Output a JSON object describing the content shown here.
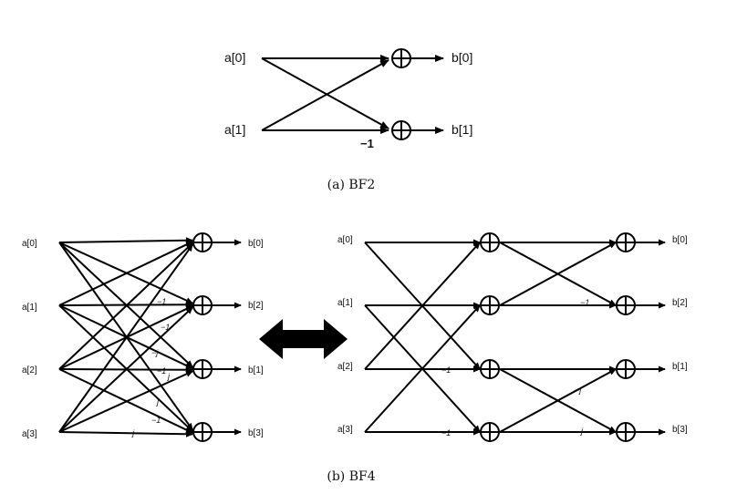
{
  "captions": {
    "a": "(a) BF2",
    "b": "(b) BF4"
  },
  "bf2": {
    "inputs": [
      "a[0]",
      "a[1]"
    ],
    "outputs": [
      "b[0]",
      "b[1]"
    ],
    "twiddle": "−1"
  },
  "bf4_direct": {
    "inputs": [
      "a[0]",
      "a[1]",
      "a[2]",
      "a[3]"
    ],
    "outputs": [
      "b[0]",
      "b[2]",
      "b[1]",
      "b[3]"
    ],
    "weights": [
      "−1",
      "−1",
      "−j",
      "−1",
      "j",
      "j",
      "−1",
      "−j"
    ]
  },
  "bf4_radix2": {
    "inputs": [
      "a[0]",
      "a[1]",
      "a[2]",
      "a[3]"
    ],
    "outputs": [
      "b[0]",
      "b[2]",
      "b[1]",
      "b[3]"
    ],
    "weights": [
      "−1",
      "−1",
      "−1",
      "−j",
      "j"
    ]
  },
  "equivalence_arrow": "double-arrow-icon"
}
